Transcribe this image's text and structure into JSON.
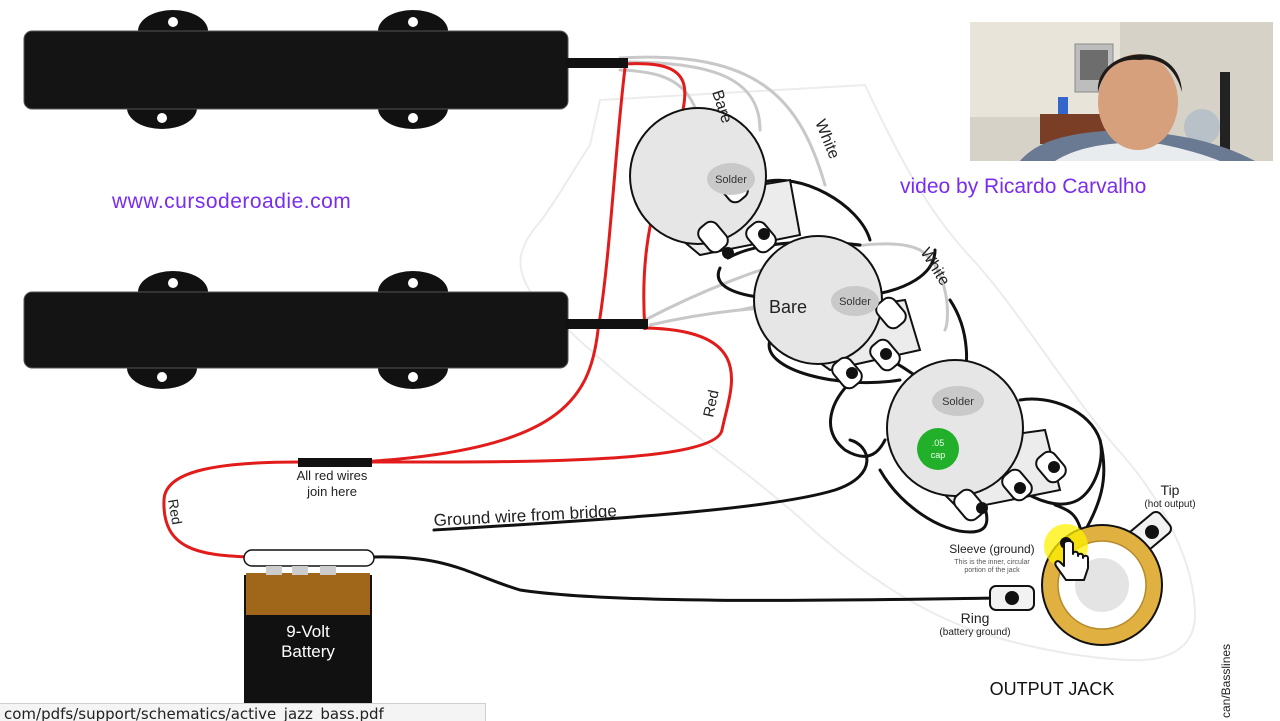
{
  "header": {
    "website": "www.cursoderoadie.com",
    "credit": "video by Ricardo Carvalho"
  },
  "diagram": {
    "wire_labels": {
      "bare_top": "Bare",
      "white_top": "White",
      "white_mid": "White",
      "red_right": "Red",
      "red_left": "Red"
    },
    "pots": {
      "solder_1": "Solder",
      "solder_2": "Solder",
      "solder_3": "Solder",
      "bare_mid": "Bare",
      "cap_value": ".05",
      "cap_unit": "cap"
    },
    "notes": {
      "red_join_line1": "All red wires",
      "red_join_line2": "join here",
      "ground_wire": "Ground wire from bridge"
    },
    "battery": {
      "line1": "9-Volt",
      "line2": "Battery"
    },
    "jack": {
      "tip": "Tip",
      "tip_sub": "(hot output)",
      "sleeve": "Sleeve (ground)",
      "sleeve_note1": "This is the inner, circular",
      "sleeve_note2": "portion of the jack",
      "ring": "Ring",
      "ring_sub": "(battery ground)",
      "title": "OUTPUT JACK"
    },
    "side_credit": "can/Basslines"
  },
  "statusbar": {
    "url": "com/pdfs/support/schematics/active_jazz_bass.pdf"
  },
  "colors": {
    "purple_text": "#7a2cf0",
    "red_wire": "#e21b1b",
    "gray_wire": "#c8c8c8",
    "pot_fill": "#e6e6e6",
    "cap_green": "#22b02a",
    "jack_gold": "#e0b040",
    "battery_brown": "#a0671a",
    "highlight": "#fff000"
  }
}
